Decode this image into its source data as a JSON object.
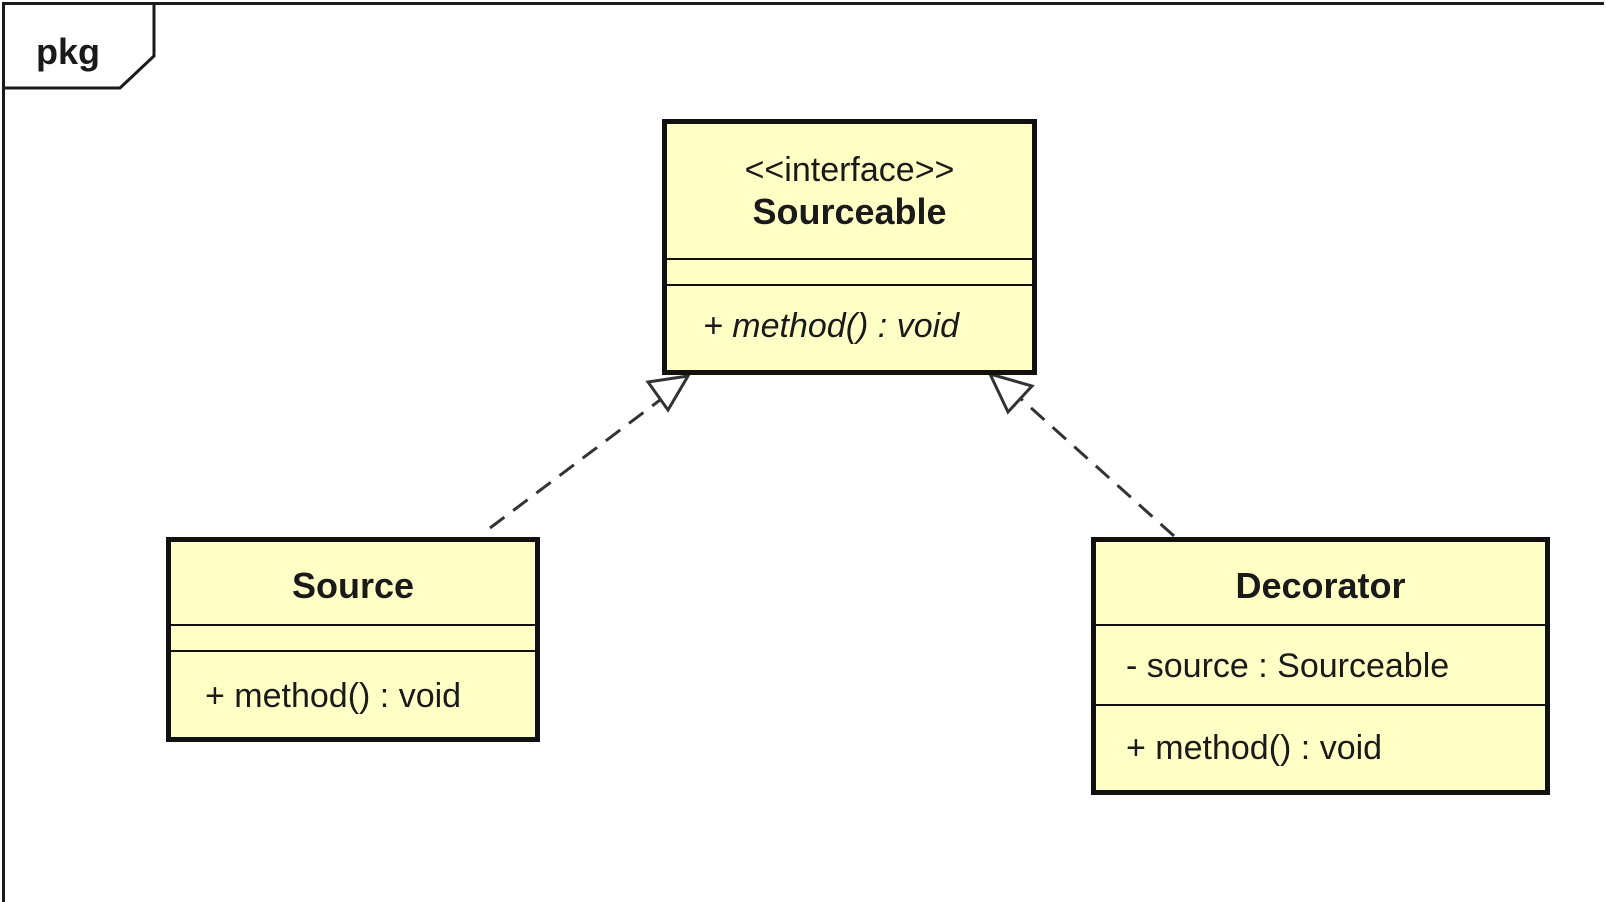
{
  "package": {
    "label": "pkg"
  },
  "classes": {
    "sourceable": {
      "stereotype": "<<interface>>",
      "name": "Sourceable",
      "operations": [
        "+ method() : void"
      ]
    },
    "source": {
      "name": "Source",
      "operations": [
        "+ method() : void"
      ]
    },
    "decorator": {
      "name": "Decorator",
      "attributes": [
        "- source : Sourceable"
      ],
      "operations": [
        "+ method() : void"
      ]
    }
  },
  "colors": {
    "class_fill": "#ffffc6",
    "line": "#111111"
  },
  "relations": [
    {
      "type": "realization",
      "from": "Source",
      "to": "Sourceable"
    },
    {
      "type": "realization",
      "from": "Decorator",
      "to": "Sourceable"
    }
  ]
}
